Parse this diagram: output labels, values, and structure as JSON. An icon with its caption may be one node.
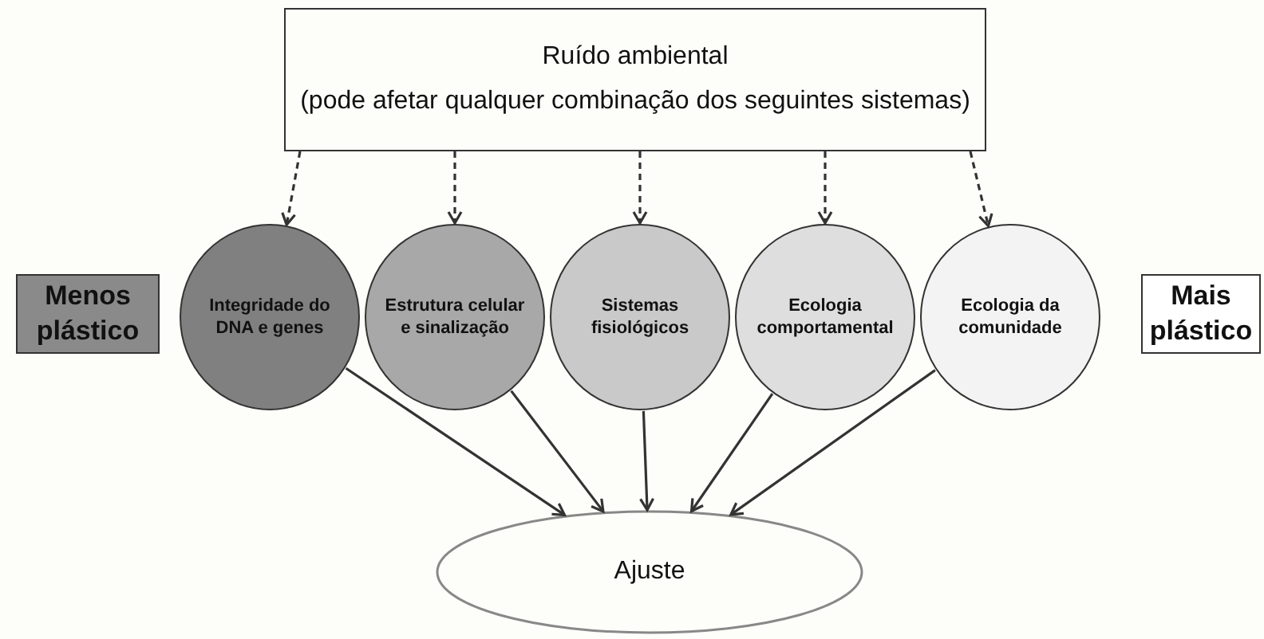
{
  "diagram": {
    "nodes": [
      {
        "text": [
          "Ruído ambiental",
          "(pode afetar qualquer combinação dos seguintes sistemas)"
        ]
      },
      {
        "text": [
          "Menos plástico"
        ]
      },
      {
        "text": [
          "Integridade do DNA e genes"
        ]
      },
      {
        "text": [
          "Estrutura celular e sinalização"
        ]
      },
      {
        "text": [
          "Sistemas fisiológicos"
        ]
      },
      {
        "text": [
          "Ecologia comportamental"
        ]
      },
      {
        "text": [
          "Ecologia da comunidade"
        ]
      },
      {
        "text": [
          "Mais plástico"
        ]
      },
      {
        "text": [
          "Ajuste"
        ]
      }
    ],
    "edges": [
      {
        "from": 0,
        "to": 2,
        "arrow": "to",
        "style": "dashed"
      },
      {
        "from": 0,
        "to": 3,
        "arrow": "to",
        "style": "dashed"
      },
      {
        "from": 0,
        "to": 4,
        "arrow": "to",
        "style": "dashed"
      },
      {
        "from": 0,
        "to": 5,
        "arrow": "to",
        "style": "dashed"
      },
      {
        "from": 0,
        "to": 6,
        "arrow": "to",
        "style": "dashed"
      },
      {
        "from": 2,
        "to": 8,
        "arrow": "to"
      },
      {
        "from": 3,
        "to": 8,
        "arrow": "to"
      },
      {
        "from": 4,
        "to": 8,
        "arrow": "to"
      },
      {
        "from": 5,
        "to": 8,
        "arrow": "to"
      },
      {
        "from": 6,
        "to": 8,
        "arrow": "to"
      }
    ]
  }
}
